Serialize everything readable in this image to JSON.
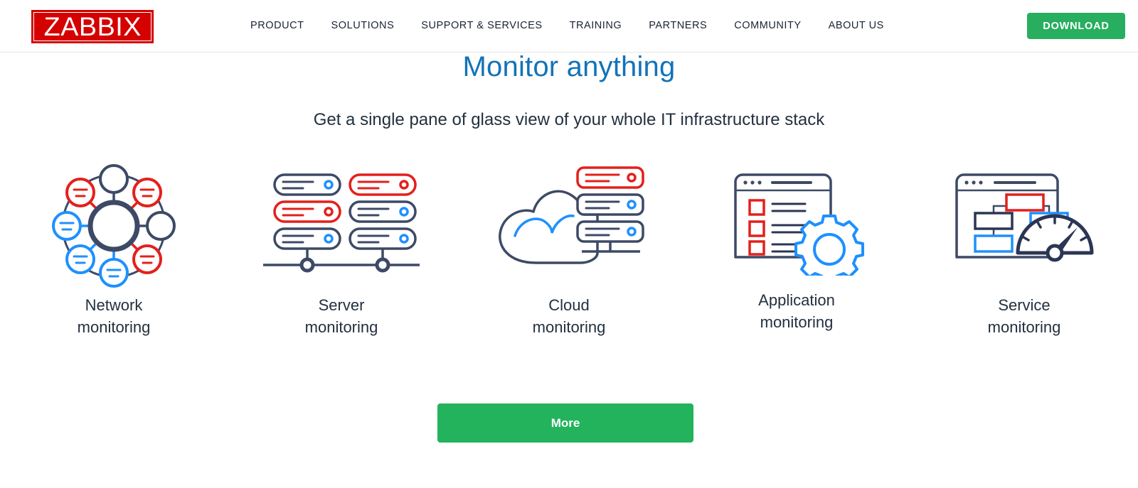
{
  "header": {
    "logo_text": "ZABBIX",
    "nav_items": [
      {
        "label": "PRODUCT"
      },
      {
        "label": "SOLUTIONS"
      },
      {
        "label": "SUPPORT & SERVICES"
      },
      {
        "label": "TRAINING"
      },
      {
        "label": "PARTNERS"
      },
      {
        "label": "COMMUNITY"
      },
      {
        "label": "ABOUT US"
      }
    ],
    "download_label": "DOWNLOAD"
  },
  "hero": {
    "title": "Monitor anything",
    "subtitle": "Get a single pane of glass view of your whole IT infrastructure stack"
  },
  "features": [
    {
      "icon": "network-topology-icon",
      "label": "Network\nmonitoring"
    },
    {
      "icon": "server-rack-icon",
      "label": "Server\nmonitoring"
    },
    {
      "icon": "cloud-server-icon",
      "label": "Cloud\nmonitoring"
    },
    {
      "icon": "application-window-gear-icon",
      "label": "Application\nmonitoring"
    },
    {
      "icon": "service-tree-gauge-icon",
      "label": "Service\nmonitoring"
    }
  ],
  "cta": {
    "more_label": "More"
  },
  "colors": {
    "brand_red": "#D50000",
    "accent_blue": "#1273B8",
    "icon_blue": "#1E90FF",
    "icon_navy": "#3D4A66",
    "icon_red": "#E3201C",
    "green_button": "#22B35C",
    "green_download": "#27AE5F",
    "text_dark": "#23303f"
  }
}
